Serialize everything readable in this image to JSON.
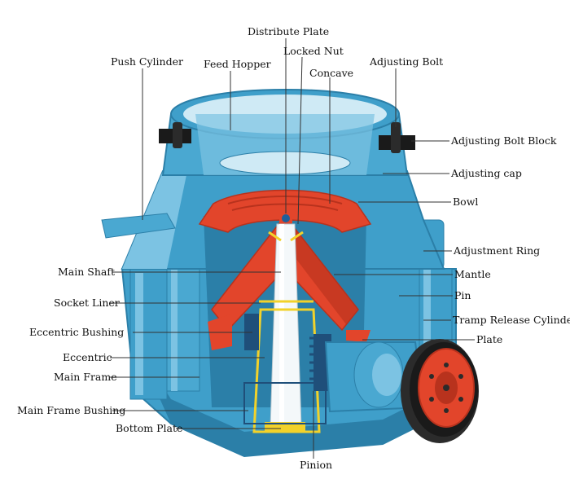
{
  "labels": {
    "distribute_plate": "Distribute Plate",
    "locked_nut": "Locked Nut",
    "push_cylinder": "Push Cylinder",
    "feed_hopper": "Feed Hopper",
    "adjusting_bolt": "Adjusting Bolt",
    "concave": "Concave",
    "adjusting_bolt_block": "Adjusting Bolt Block",
    "adjusting_cap": "Adjusting cap",
    "bowl": "Bowl",
    "adjustment_ring": "Adjustment Ring",
    "main_shaft": "Main Shaft",
    "mantle": "Mantle",
    "pin": "Pin",
    "socket_liner": "Socket Liner",
    "tramp_release_cylinder": "Tramp Release Cylinder",
    "eccentric_bushing": "Eccentric Bushing",
    "plate": "Plate",
    "eccentric": "Eccentric",
    "main_frame": "Main Frame",
    "main_frame_bushing": "Main Frame Bushing",
    "bottom_plate": "Bottom Plate",
    "pinion": "Pinion"
  },
  "colors": {
    "body_blue": "#3f9fca",
    "body_dark": "#2b7fa8",
    "body_light": "#7cc3e3",
    "inner_light": "#cfeaf5",
    "crushing_red": "#e2452b",
    "red_dark": "#b8321d",
    "shaft_white": "#f4f8fa",
    "yellow": "#f2d22a",
    "black": "#1a1a1a",
    "leader": "#333333"
  }
}
